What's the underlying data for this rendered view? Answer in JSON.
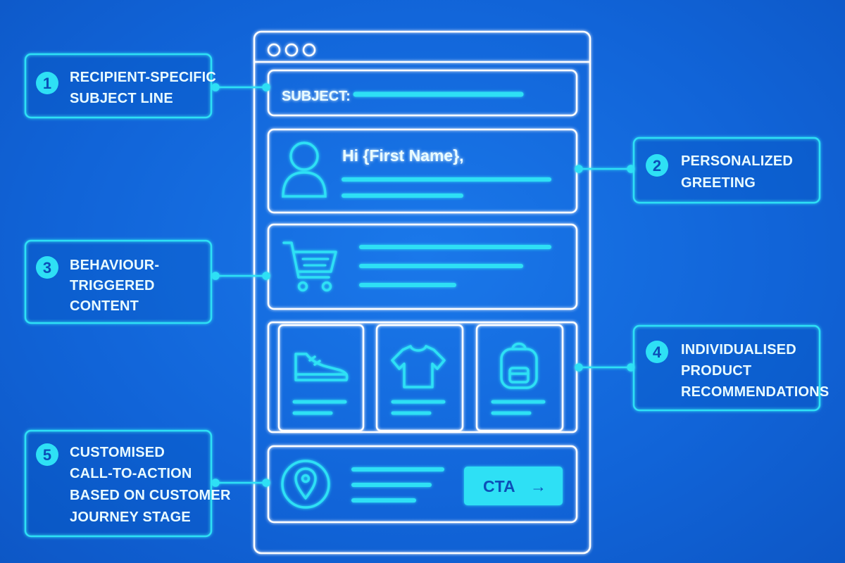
{
  "colors": {
    "background": "#1164d8",
    "line": "#ffffff",
    "accent": "#2ee0f5",
    "text": "#e9fbff",
    "badge_text": "#0b4fb8",
    "cta_text": "#0b4fb8"
  },
  "mockup": {
    "window_dots": 3,
    "subject_label": "SUBJECT:",
    "greeting": "Hi {First Name},",
    "greeting_icon": "user-icon",
    "content_icon": "shopping-cart-icon",
    "products": [
      {
        "icon": "sneaker-icon"
      },
      {
        "icon": "tshirt-icon"
      },
      {
        "icon": "backpack-icon"
      }
    ],
    "cta_icon": "location-pin-icon",
    "cta_label": "CTA",
    "cta_arrow": "→"
  },
  "callouts": [
    {
      "number": "1",
      "lines": [
        "RECIPIENT-SPECIFIC",
        "SUBJECT LINE"
      ]
    },
    {
      "number": "2",
      "lines": [
        "PERSONALIZED",
        "GREETING"
      ]
    },
    {
      "number": "3",
      "lines": [
        "BEHAVIOUR-",
        "TRIGGERED",
        "CONTENT"
      ]
    },
    {
      "number": "4",
      "lines": [
        "INDIVIDUALISED",
        "PRODUCT",
        "RECOMMENDATIONS"
      ]
    },
    {
      "number": "5",
      "lines": [
        "CUSTOMISED",
        "CALL-TO-ACTION",
        "BASED ON CUSTOMER",
        "JOURNEY STAGE"
      ]
    }
  ]
}
